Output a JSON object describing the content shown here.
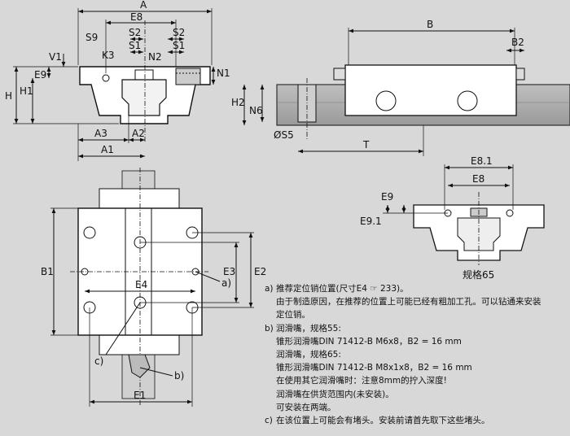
{
  "dimensions": {
    "A": "A",
    "E8": "E8",
    "S2": "S2",
    "S1": "S1",
    "S9": "S9",
    "K3": "K3",
    "N2": "N2",
    "V1": "V1",
    "E9": "E9",
    "H": "H",
    "H1": "H1",
    "N1": "N1",
    "A3": "A3",
    "A2": "A2",
    "A1": "A1",
    "B": "B",
    "B2": "B2",
    "H2": "H2",
    "N6": "N6",
    "S5": "ØS5",
    "T": "T",
    "E81": "E8.1",
    "E8b": "E8",
    "E9b": "E9",
    "E91": "E9.1",
    "B1": "B1",
    "E4": "E4",
    "E3": "E3",
    "E2": "E2",
    "E1": "E1"
  },
  "callouts": {
    "a": "a)",
    "b": "b)",
    "c": "c)"
  },
  "size_label": "规格65",
  "notes": [
    {
      "label": "a)",
      "lines": [
        "推荐定位销位置(尺寸E4 ☞ 233)。",
        "由于制造原因，在推荐的位置上可能已经有粗加工孔。可以钻通来安装",
        "定位销。"
      ]
    },
    {
      "label": "b)",
      "lines": [
        "润滑嘴，规格55:",
        "锥形润滑嘴DIN 71412-B M6x8，B2 = 16 mm",
        "润滑嘴，规格65:",
        "锥形润滑嘴DIN 71412-B M8x1x8，B2 = 16 mm",
        "在使用其它润滑嘴时：注意8mm的拧入深度!",
        "润滑嘴在供货范围内(未安装)。",
        "可安装在两端。"
      ]
    },
    {
      "label": "c)",
      "lines": [
        "在该位置上可能会有堵头。安装前请首先取下这些堵头。"
      ]
    }
  ]
}
